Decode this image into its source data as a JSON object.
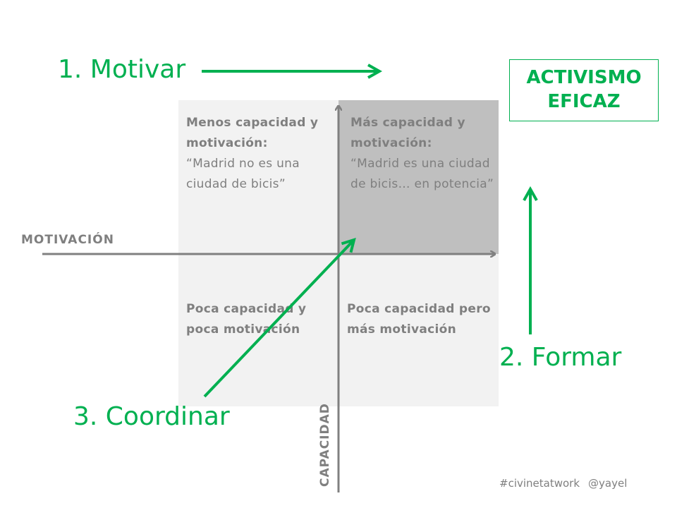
{
  "quadrants": {
    "top_left": {
      "title": "Menos capacidad y motivación:",
      "quote": "“Madrid no es una ciudad de bicis”"
    },
    "top_right": {
      "title": "Más capacidad y motivación:",
      "quote": "“Madrid es una ciudad de bicis… en potencia”"
    },
    "bottom_left": {
      "title": "Poca capacidad y poca motivación"
    },
    "bottom_right": {
      "title": "Poca capacidad pero más motivación"
    }
  },
  "axes": {
    "x_label": "MOTIVACIÓN",
    "y_label": "CAPACIDAD"
  },
  "steps": [
    {
      "label": "1. Motivar"
    },
    {
      "label": "2. Formar"
    },
    {
      "label": "3. Coordinar"
    }
  ],
  "goal": {
    "line1": "ACTIVISMO",
    "line2": "EFICAZ"
  },
  "footer": {
    "hashtag": "#civinetatwork",
    "handle": "@yayel"
  },
  "colors": {
    "green": "#00b050",
    "gray_text": "#7f7f7f",
    "light_quadrant": "#f2f2f2",
    "dark_quadrant": "#bfbfbf",
    "axis": "#808080"
  }
}
